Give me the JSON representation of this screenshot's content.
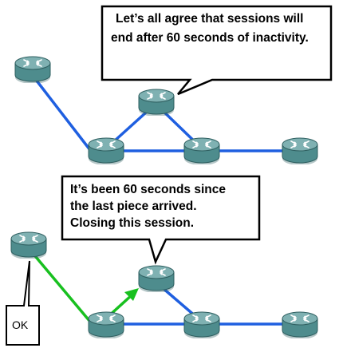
{
  "colors": {
    "link_idle": "#1f5fe0",
    "link_active": "#18c01f",
    "router_body": "#4e8c8d",
    "router_top": "#7fb1b2",
    "router_bottom": "#2f5f60"
  },
  "top_scene": {
    "bubble_lines": [
      "Let’s all agree that sessions will",
      "end after 60 seconds of inactivity."
    ]
  },
  "bottom_scene": {
    "bubble_lines": [
      "It’s been 60 seconds since",
      "the last piece arrived.",
      "Closing this session."
    ],
    "ack_label": "OK"
  },
  "icons": {
    "router": "router-icon",
    "arrow": "arrow-icon"
  }
}
